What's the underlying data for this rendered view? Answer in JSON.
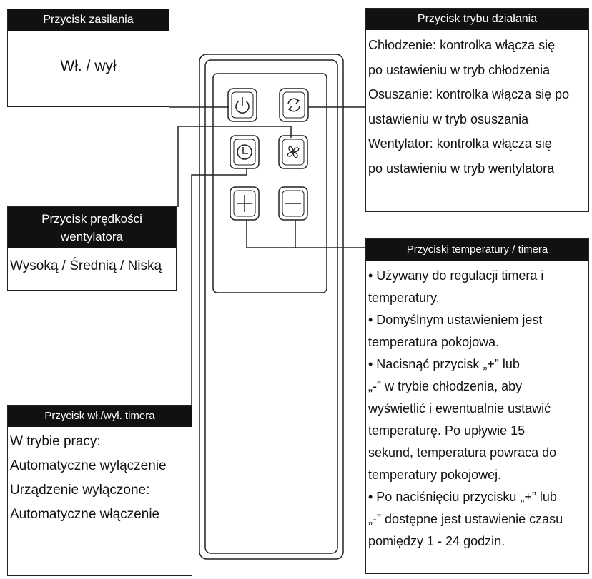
{
  "power_box": {
    "title": "Przycisk zasilania",
    "body": "Wł. / wył"
  },
  "mode_box": {
    "title": "Przycisk trybu działania",
    "lines": [
      "Chłodzenie: kontrolka włącza się",
      "po ustawieniu w tryb chłodzenia",
      "Osuszanie: kontrolka włącza się po",
      "ustawieniu w tryb osuszania",
      "Wentylator: kontrolka włącza się",
      "po ustawieniu w tryb wentylatora"
    ]
  },
  "fan_box": {
    "title_lines": [
      "Przycisk prędkości",
      "wentylatora"
    ],
    "body": "Wysoką / Średnią / Niską"
  },
  "temp_box": {
    "title": "Przyciski temperatury / timera",
    "lines": [
      "• Używany do regulacji timera i",
      "temperatury.",
      "• Domyślnym ustawieniem jest",
      "temperatura pokojowa.",
      "• Nacisnąć przycisk „+” lub",
      "„-” w trybie chłodzenia, aby",
      "wyświetlić i ewentualnie ustawić",
      "temperaturę. Po upływie 15",
      "sekund, temperatura powraca do",
      "temperatury pokojowej.",
      "• Po naciśnięciu przycisku „+” lub",
      "„-” dostępne jest ustawienie czasu",
      "pomiędzy 1 - 24 godzin."
    ]
  },
  "timer_box": {
    "title": "Przycisk wł./wył. timera",
    "lines": [
      "W trybie pracy:",
      "Automatyczne wyłączenie",
      "Urządzenie wyłączone:",
      "Automatyczne włączenie"
    ]
  },
  "remote_buttons": [
    {
      "name": "power-button",
      "icon": "power-icon"
    },
    {
      "name": "mode-button",
      "icon": "cycle-arrows-icon"
    },
    {
      "name": "timer-button",
      "icon": "clock-icon"
    },
    {
      "name": "fan-speed-button",
      "icon": "fan-icon"
    },
    {
      "name": "plus-button",
      "icon": "plus-icon"
    },
    {
      "name": "minus-button",
      "icon": "minus-icon"
    }
  ]
}
